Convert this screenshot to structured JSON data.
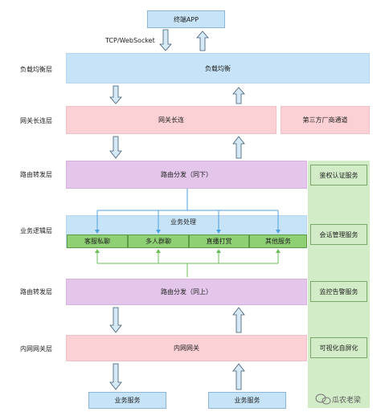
{
  "top": {
    "terminal": "终端APP",
    "protocol": "TCP/WebSocket"
  },
  "layers": {
    "load_balance": {
      "label": "负载均衡层",
      "box": "负载均衡"
    },
    "gateway": {
      "label": "网关长连层",
      "box": "网关长连",
      "third_party": "第三方厂商通道"
    },
    "router_down": {
      "label": "路由转发层",
      "box": "路由分发（同下）"
    },
    "logic": {
      "label": "业务逻辑层",
      "box": "业务处理",
      "services": [
        "客服私聊",
        "多人群聊",
        "直播打赏",
        "其他服务"
      ]
    },
    "router_up": {
      "label": "路由转发层",
      "box": "路由分发（同上）"
    },
    "intranet": {
      "label": "内网网关层",
      "box": "内网网关"
    }
  },
  "side_services": [
    "鉴权认证服务",
    "会话管理服务",
    "监控告警服务",
    "可视化自屏化"
  ],
  "bottom_services": [
    "业务服务",
    "业务服务"
  ],
  "watermark": "瓜农老梁",
  "colors": {
    "blue": "#c6e3f7",
    "pink": "#fbd1d6",
    "purple": "#e3c6ea",
    "green": "#8ed073",
    "side": "#d3ecc8"
  }
}
